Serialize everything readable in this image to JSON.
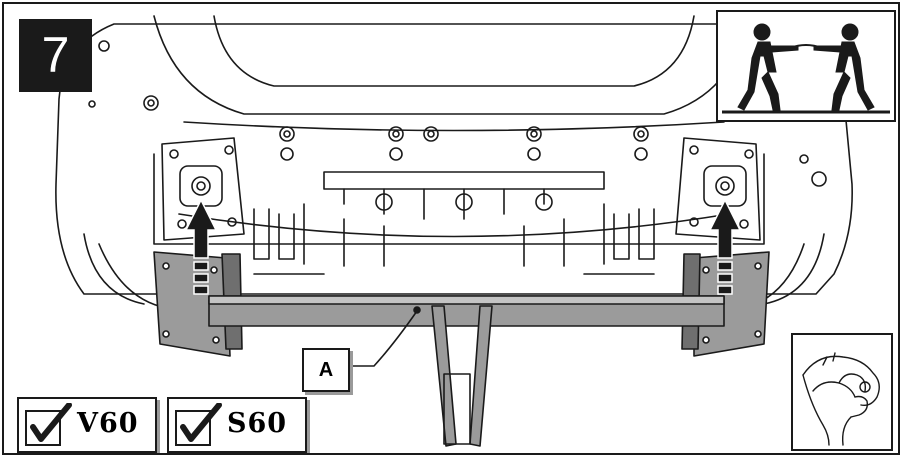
{
  "step": {
    "number": "7"
  },
  "callout": {
    "label": "A"
  },
  "models": [
    {
      "label": "V60",
      "checked": true
    },
    {
      "label": "S60",
      "checked": true
    }
  ],
  "colors": {
    "line": "#1a1a1a",
    "part_fill": "#9b9b9b",
    "part_dark": "#6f6f6f",
    "background": "#ffffff"
  },
  "icons": {
    "two_person": "two-person-lift-icon",
    "hand_tighten": "hand-tighten-icon",
    "check": "check-mark-icon"
  }
}
